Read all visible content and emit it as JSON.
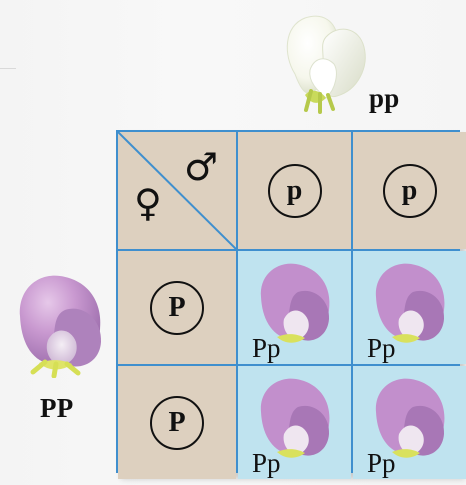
{
  "parents": {
    "top_genotype": "pp",
    "left_genotype": "PP"
  },
  "square": {
    "male_symbol": "♂",
    "female_symbol": "♀",
    "columns": [
      {
        "allele": "p"
      },
      {
        "allele": "p"
      }
    ],
    "rows": [
      {
        "allele": "P",
        "cells": [
          {
            "genotype": "Pp"
          },
          {
            "genotype": "Pp"
          }
        ]
      },
      {
        "allele": "P",
        "cells": [
          {
            "genotype": "Pp"
          },
          {
            "genotype": "Pp"
          }
        ]
      }
    ]
  },
  "colors": {
    "tan_cell": "#ddd0bf",
    "blue_cell": "#bfe3ef",
    "grid_line": "#3f8fce",
    "white_flower": "#f8f8ef",
    "purple_flower": "#b98bc7",
    "yellow_center": "#e5e36f"
  }
}
